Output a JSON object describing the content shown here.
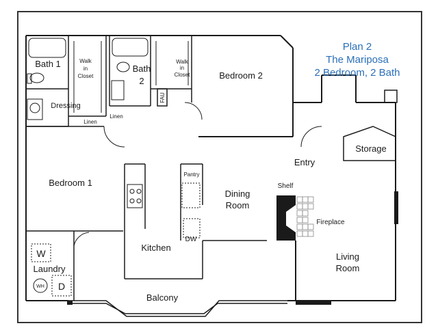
{
  "title": {
    "line1": "Plan 2",
    "line2": "The Mariposa",
    "line3": "2 Bedroom, 2 Bath"
  },
  "rooms": {
    "bath1": "Bath 1",
    "bath2_a": "Bath",
    "bath2_b": "2",
    "walk_in_closet_1_a": "Walk",
    "walk_in_closet_1_b": "in",
    "walk_in_closet_1_c": "Closet",
    "walk_in_closet_2_a": "Walk",
    "walk_in_closet_2_b": "in",
    "walk_in_closet_2_c": "Closet",
    "bedroom2": "Bedroom 2",
    "dressing": "Dressing",
    "linen1": "Linen",
    "linen2": "Linen",
    "fau": "FAU",
    "entry": "Entry",
    "storage": "Storage",
    "bedroom1": "Bedroom 1",
    "pantry": "Pantry",
    "dining_a": "Dining",
    "dining_b": "Room",
    "shelf": "Shelf",
    "fireplace": "Fireplace",
    "kitchen": "Kitchen",
    "dw": "DW",
    "living_a": "Living",
    "living_b": "Room",
    "laundry": "Laundry",
    "washer": "W",
    "dryer": "D",
    "water_heater": "WH",
    "balcony": "Balcony"
  },
  "colors": {
    "wall": "#1a1a1a",
    "title": "#2a6fb8",
    "frame": "#333333"
  }
}
